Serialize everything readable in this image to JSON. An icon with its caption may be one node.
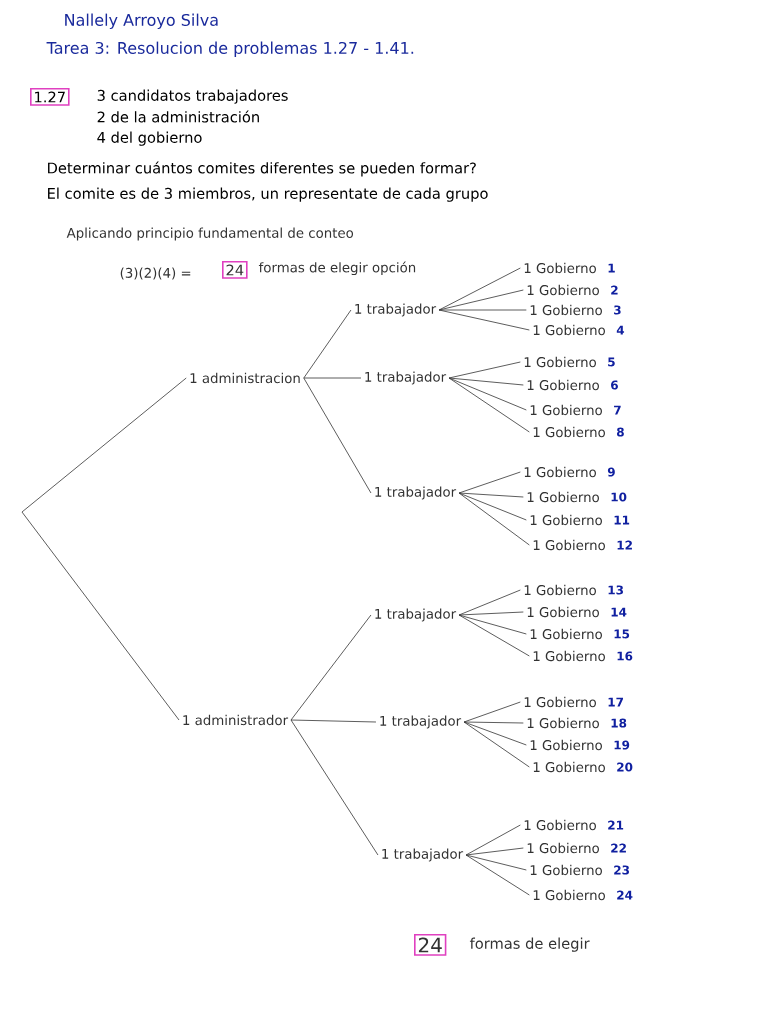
{
  "diagram": {
    "nodes": [
      {
        "text": [
          "1 administracion"
        ]
      },
      {
        "text": [
          "1 trabajador"
        ]
      },
      {
        "text": [
          "1 Gobierno"
        ],
        "beside": [
          "1"
        ]
      },
      {
        "text": [
          "1 Gobierno"
        ],
        "beside": [
          "2"
        ]
      },
      {
        "text": [
          "1 Gobierno"
        ],
        "beside": [
          "3"
        ]
      },
      {
        "text": [
          "1 Gobierno"
        ],
        "beside": [
          "4"
        ]
      },
      {
        "text": [
          "1 trabajador"
        ]
      },
      {
        "text": [
          "1 Gobierno"
        ],
        "beside": [
          "5"
        ]
      },
      {
        "text": [
          "1 Gobierno"
        ],
        "beside": [
          "6"
        ]
      },
      {
        "text": [
          "1 Gobierno"
        ],
        "beside": [
          "7"
        ]
      },
      {
        "text": [
          "1 Gobierno"
        ],
        "beside": [
          "8"
        ]
      },
      {
        "text": [
          "1 trabajador"
        ]
      },
      {
        "text": [
          "1 Gobierno"
        ],
        "beside": [
          "9"
        ]
      },
      {
        "text": [
          "1 Gobierno"
        ],
        "beside": [
          "10"
        ]
      },
      {
        "text": [
          "1 Gobierno"
        ],
        "beside": [
          "11"
        ]
      },
      {
        "text": [
          "1 Gobierno"
        ],
        "beside": [
          "12"
        ]
      },
      {
        "text": [
          "1 administrador"
        ]
      },
      {
        "text": [
          "1 trabajador"
        ]
      },
      {
        "text": [
          "1 Gobierno"
        ],
        "beside": [
          "13"
        ]
      },
      {
        "text": [
          "1 Gobierno"
        ],
        "beside": [
          "14"
        ]
      },
      {
        "text": [
          "1 Gobierno"
        ],
        "beside": [
          "15"
        ]
      },
      {
        "text": [
          "1 Gobierno"
        ],
        "beside": [
          "16"
        ]
      },
      {
        "text": [
          "1 trabajador"
        ]
      },
      {
        "text": [
          "1 Gobierno"
        ],
        "beside": [
          "17"
        ]
      },
      {
        "text": [
          "1 Gobierno"
        ],
        "beside": [
          "18"
        ]
      },
      {
        "text": [
          "1 Gobierno"
        ],
        "beside": [
          "19"
        ]
      },
      {
        "text": [
          "1 Gobierno"
        ],
        "beside": [
          "20"
        ]
      },
      {
        "text": [
          "1 trabajador"
        ]
      },
      {
        "text": [
          "1 Gobierno"
        ],
        "beside": [
          "21"
        ]
      },
      {
        "text": [
          "1 Gobierno"
        ],
        "beside": [
          "22"
        ]
      },
      {
        "text": [
          "1 Gobierno"
        ],
        "beside": [
          "23"
        ]
      },
      {
        "text": [
          "1 Gobierno"
        ],
        "beside": [
          "24"
        ]
      }
    ],
    "edges": [
      {
        "from": null,
        "to": 0,
        "arrow": "none"
      },
      {
        "from": null,
        "to": 16,
        "arrow": "none"
      },
      {
        "from": 0,
        "to": 1,
        "arrow": "none"
      },
      {
        "from": 0,
        "to": 6,
        "arrow": "none"
      },
      {
        "from": 0,
        "to": 11,
        "arrow": "none"
      },
      {
        "from": 1,
        "to": 2,
        "arrow": "none"
      },
      {
        "from": 1,
        "to": 3,
        "arrow": "none"
      },
      {
        "from": 1,
        "to": 4,
        "arrow": "none"
      },
      {
        "from": 1,
        "to": 5,
        "arrow": "none"
      },
      {
        "from": 6,
        "to": 7,
        "arrow": "none"
      },
      {
        "from": 6,
        "to": 8,
        "arrow": "none"
      },
      {
        "from": 6,
        "to": 9,
        "arrow": "none"
      },
      {
        "from": 6,
        "to": 10,
        "arrow": "none"
      },
      {
        "from": 11,
        "to": 12,
        "arrow": "none"
      },
      {
        "from": 11,
        "to": 13,
        "arrow": "none"
      },
      {
        "from": 11,
        "to": 14,
        "arrow": "none"
      },
      {
        "from": 11,
        "to": 15,
        "arrow": "none"
      },
      {
        "from": 16,
        "to": 17,
        "arrow": "none"
      },
      {
        "from": 16,
        "to": 22,
        "arrow": "none"
      },
      {
        "from": 16,
        "to": 27,
        "arrow": "none"
      },
      {
        "from": 17,
        "to": 18,
        "arrow": "none"
      },
      {
        "from": 17,
        "to": 19,
        "arrow": "none"
      },
      {
        "from": 17,
        "to": 20,
        "arrow": "none"
      },
      {
        "from": 17,
        "to": 21,
        "arrow": "none"
      },
      {
        "from": 22,
        "to": 23,
        "arrow": "none"
      },
      {
        "from": 22,
        "to": 24,
        "arrow": "none"
      },
      {
        "from": 22,
        "to": 25,
        "arrow": "none"
      },
      {
        "from": 22,
        "to": 26,
        "arrow": "none"
      },
      {
        "from": 27,
        "to": 28,
        "arrow": "none"
      },
      {
        "from": 27,
        "to": 29,
        "arrow": "none"
      },
      {
        "from": 27,
        "to": 30,
        "arrow": "none"
      },
      {
        "from": 27,
        "to": 31,
        "arrow": "none"
      }
    ],
    "labels": [
      "Nallely Arroyo Silva",
      "Tarea 3: Resolucion de problemas 1.27 - 1.41.",
      "1.27",
      "3 candidatos trabajadores",
      "2 de la administración",
      "4 del gobierno",
      "Determinar cuántos comites diferentes se pueden formar?",
      "El comite es de 3 miembros, un representate de cada grupo",
      "Aplicando principio fundamental de conteo",
      "(3)(2)(4) =",
      "24",
      "formas de elegir opción",
      "24",
      "formas de elegir"
    ]
  }
}
